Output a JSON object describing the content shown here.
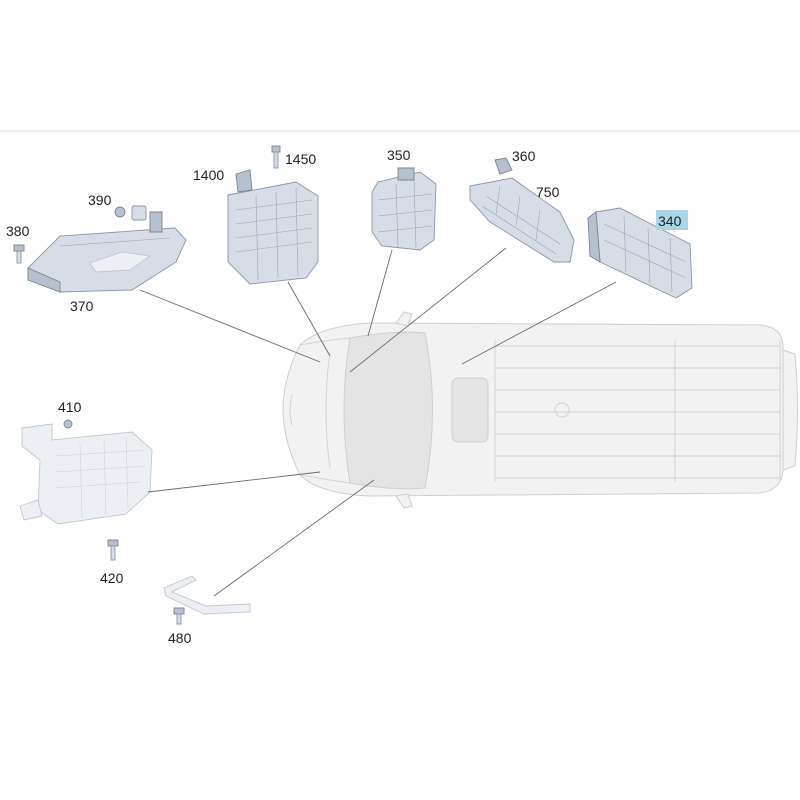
{
  "colors": {
    "highlight": "#a9d5e8",
    "part_fill": "#d6dde6",
    "part_stroke": "#8a96a4",
    "van_fill": "#f2f2f2",
    "leader_line": "#6b6b6b"
  },
  "labels": {
    "p340": "340",
    "p350": "350",
    "p360": "360",
    "p370": "370",
    "p380": "380",
    "p390": "390",
    "p410": "410",
    "p420": "420",
    "p480": "480",
    "p750": "750",
    "p1400": "1400",
    "p1450": "1450"
  },
  "highlighted_label": "340"
}
